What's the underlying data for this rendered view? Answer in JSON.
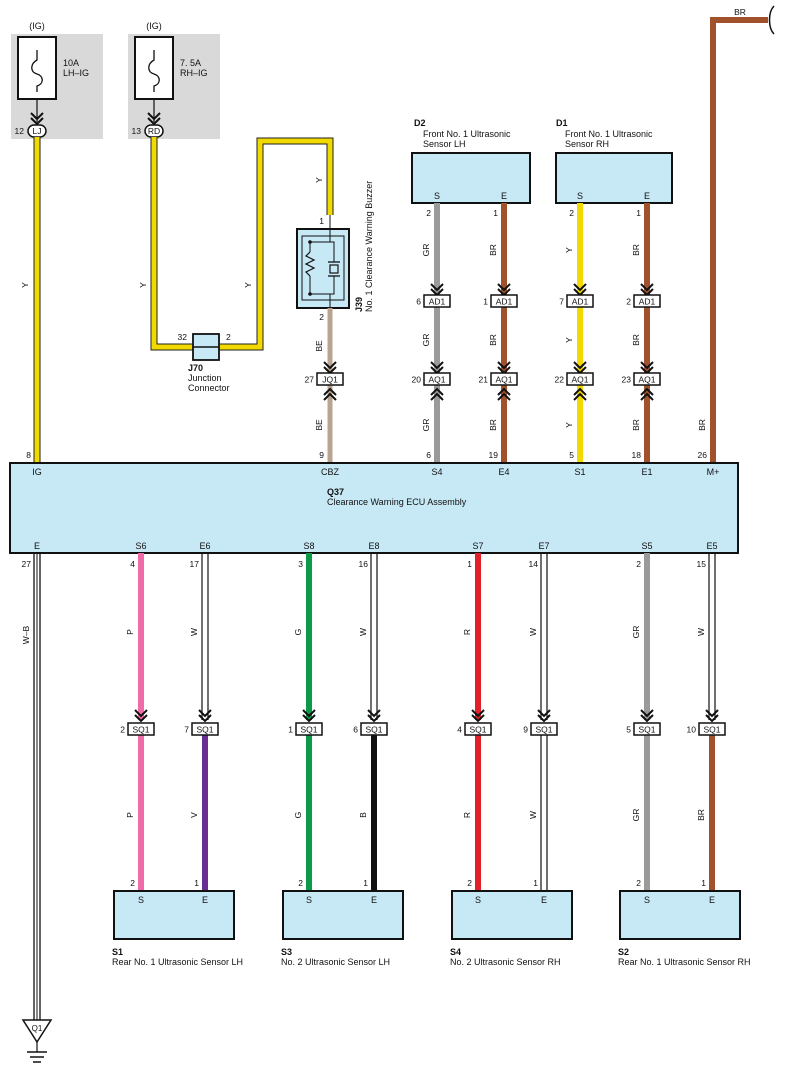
{
  "fuses": {
    "lh": {
      "header": "(IG)",
      "rating": "10A",
      "name": "LH–IG",
      "pin": "12",
      "connector": "LJ"
    },
    "rh": {
      "header": "(IG)",
      "rating": "7. 5A",
      "name": "RH–IG",
      "pin": "13",
      "connector": "RD"
    }
  },
  "top_right_wire": "BR",
  "buzzer": {
    "id": "J39",
    "name": "No. 1 Clearance Warning Buzzer",
    "pin_top": "1",
    "pin_bottom": "2"
  },
  "junction": {
    "id": "J70",
    "name_line1": "Junction",
    "name_line2": "Connector",
    "pin_left": "32",
    "pin_right": "2"
  },
  "front_sensors": {
    "d2": {
      "id": "D2",
      "name_line1": "Front No. 1 Ultrasonic",
      "name_line2": "Sensor LH",
      "pin_s_label": "S",
      "pin_e_label": "E"
    },
    "d1": {
      "id": "D1",
      "name_line1": "Front No. 1 Ultrasonic",
      "name_line2": "Sensor RH",
      "pin_s_label": "S",
      "pin_e_label": "E"
    }
  },
  "ecu": {
    "id": "Q37",
    "name": "Clearance Warning ECU Assembly"
  },
  "ground": {
    "id": "Q1"
  },
  "rear_sensors": {
    "s1": {
      "id": "S1",
      "name": "Rear No. 1 Ultrasonic Sensor LH",
      "pin_s_label": "S",
      "pin_e_label": "E"
    },
    "s3": {
      "id": "S3",
      "name": "No. 2 Ultrasonic Sensor LH",
      "pin_s_label": "S",
      "pin_e_label": "E"
    },
    "s4": {
      "id": "S4",
      "name": "No. 2 Ultrasonic Sensor RH",
      "pin_s_label": "S",
      "pin_e_label": "E"
    },
    "s2": {
      "id": "S2",
      "name": "Rear No. 1 Ultrasonic Sensor RH",
      "pin_s_label": "S",
      "pin_e_label": "E"
    }
  },
  "wire_colors": {
    "Y": "#f2d900",
    "BR": "#a0522d",
    "GR": "#9a9a9a",
    "BE": "#b9a48f",
    "P": "#f06ba8",
    "V": "#6a2d92",
    "G": "#0a9a48",
    "B": "#111111",
    "R": "#e2202a",
    "W": "#ffffff",
    "W-B": "#ffffff"
  },
  "top_wires": [
    {
      "ecu_pin": "IG",
      "ecu_pin_no": "8",
      "color": "Y",
      "label": "Y",
      "from_pin": "12"
    },
    {
      "ecu_pin": "CBZ",
      "ecu_pin_no": "9",
      "color": "BE",
      "label": "BE",
      "from_pin": "2",
      "conn_pin": "27",
      "conn": "JQ1"
    },
    {
      "ecu_pin": "S4",
      "ecu_pin_no": "6",
      "color": "GR",
      "label": "GR",
      "from_pin": "2",
      "conn1_pin": "6",
      "conn1": "AD1",
      "conn2_pin": "20",
      "conn2": "AQ1"
    },
    {
      "ecu_pin": "E4",
      "ecu_pin_no": "19",
      "color": "BR",
      "label": "BR",
      "from_pin": "1",
      "conn1_pin": "1",
      "conn1": "AD1",
      "conn2_pin": "21",
      "conn2": "AQ1"
    },
    {
      "ecu_pin": "S1",
      "ecu_pin_no": "5",
      "color": "Y",
      "label": "Y",
      "from_pin": "2",
      "conn1_pin": "7",
      "conn1": "AD1",
      "conn2_pin": "22",
      "conn2": "AQ1"
    },
    {
      "ecu_pin": "E1",
      "ecu_pin_no": "18",
      "color": "BR",
      "label": "BR",
      "from_pin": "1",
      "conn1_pin": "2",
      "conn1": "AD1",
      "conn2_pin": "23",
      "conn2": "AQ1"
    },
    {
      "ecu_pin": "M+",
      "ecu_pin_no": "26",
      "color": "BR",
      "label": "BR"
    }
  ],
  "bottom_wires": [
    {
      "ecu_pin": "E",
      "ecu_pin_no": "27",
      "color": "W-B",
      "label": "W–B"
    },
    {
      "ecu_pin": "S6",
      "ecu_pin_no": "4",
      "color": "P",
      "label": "P",
      "conn_pin": "2",
      "conn": "SQ1",
      "color2": "P",
      "label2": "P",
      "sensor_pin": "2"
    },
    {
      "ecu_pin": "E6",
      "ecu_pin_no": "17",
      "color": "W",
      "label": "W",
      "conn_pin": "7",
      "conn": "SQ1",
      "color2": "V",
      "label2": "V",
      "sensor_pin": "1"
    },
    {
      "ecu_pin": "S8",
      "ecu_pin_no": "3",
      "color": "G",
      "label": "G",
      "conn_pin": "1",
      "conn": "SQ1",
      "color2": "G",
      "label2": "G",
      "sensor_pin": "2"
    },
    {
      "ecu_pin": "E8",
      "ecu_pin_no": "16",
      "color": "W",
      "label": "W",
      "conn_pin": "6",
      "conn": "SQ1",
      "color2": "B",
      "label2": "B",
      "sensor_pin": "1"
    },
    {
      "ecu_pin": "S7",
      "ecu_pin_no": "1",
      "color": "R",
      "label": "R",
      "conn_pin": "4",
      "conn": "SQ1",
      "color2": "R",
      "label2": "R",
      "sensor_pin": "2"
    },
    {
      "ecu_pin": "E7",
      "ecu_pin_no": "14",
      "color": "W",
      "label": "W",
      "conn_pin": "9",
      "conn": "SQ1",
      "color2": "W",
      "label2": "W",
      "sensor_pin": "1"
    },
    {
      "ecu_pin": "S5",
      "ecu_pin_no": "2",
      "color": "GR",
      "label": "GR",
      "conn_pin": "5",
      "conn": "SQ1",
      "color2": "GR",
      "label2": "GR",
      "sensor_pin": "2"
    },
    {
      "ecu_pin": "E5",
      "ecu_pin_no": "15",
      "color": "W",
      "label": "W",
      "conn_pin": "10",
      "conn": "SQ1",
      "color2": "BR",
      "label2": "BR",
      "sensor_pin": "1"
    }
  ],
  "junction_wires": {
    "left_label": "Y",
    "right_label": "Y",
    "top_label": "Y"
  }
}
